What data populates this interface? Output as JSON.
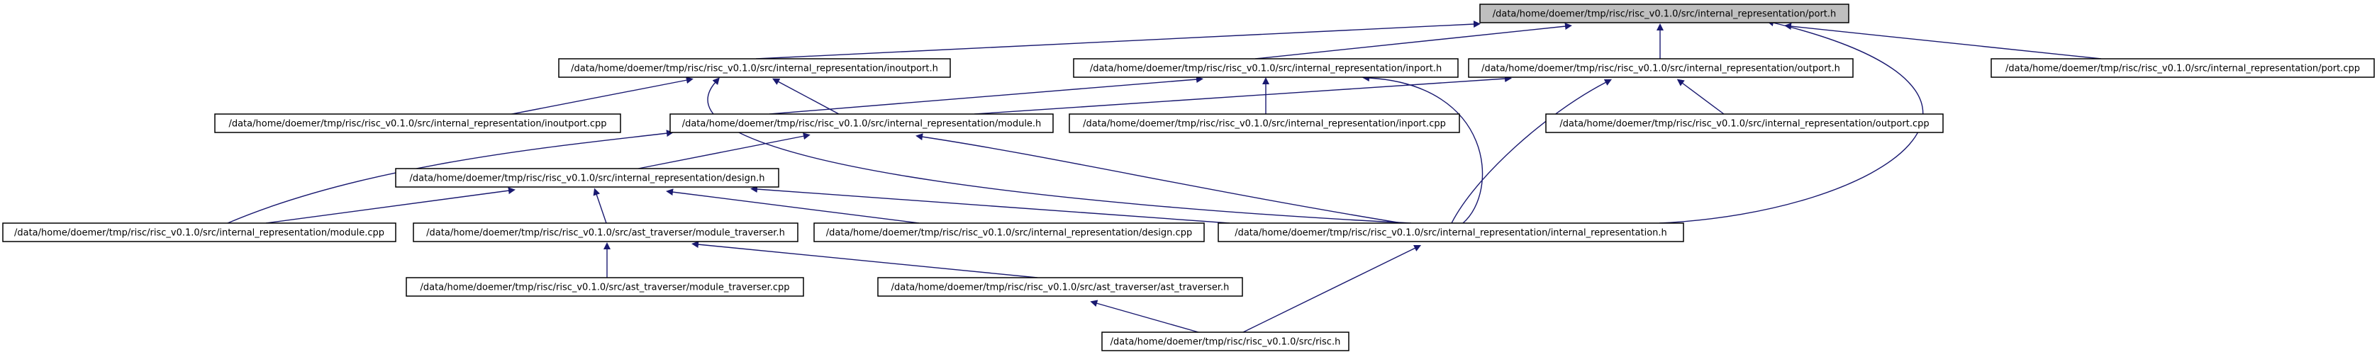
{
  "graph": {
    "edge_color": "#191970",
    "root_fill": "#bfbfbf",
    "node_fill": "#ffffff",
    "nodes": [
      {
        "id": "port_h",
        "label": "/data/home/doemer/tmp/risc/risc_v0.1.0/src/internal_representation/port.h",
        "root": true
      },
      {
        "id": "inoutport_h",
        "label": "/data/home/doemer/tmp/risc/risc_v0.1.0/src/internal_representation/inoutport.h"
      },
      {
        "id": "inport_h",
        "label": "/data/home/doemer/tmp/risc/risc_v0.1.0/src/internal_representation/inport.h"
      },
      {
        "id": "outport_h",
        "label": "/data/home/doemer/tmp/risc/risc_v0.1.0/src/internal_representation/outport.h"
      },
      {
        "id": "port_cpp",
        "label": "/data/home/doemer/tmp/risc/risc_v0.1.0/src/internal_representation/port.cpp"
      },
      {
        "id": "inoutport_cpp",
        "label": "/data/home/doemer/tmp/risc/risc_v0.1.0/src/internal_representation/inoutport.cpp"
      },
      {
        "id": "module_h",
        "label": "/data/home/doemer/tmp/risc/risc_v0.1.0/src/internal_representation/module.h"
      },
      {
        "id": "inport_cpp",
        "label": "/data/home/doemer/tmp/risc/risc_v0.1.0/src/internal_representation/inport.cpp"
      },
      {
        "id": "outport_cpp",
        "label": "/data/home/doemer/tmp/risc/risc_v0.1.0/src/internal_representation/outport.cpp"
      },
      {
        "id": "design_h",
        "label": "/data/home/doemer/tmp/risc/risc_v0.1.0/src/internal_representation/design.h"
      },
      {
        "id": "module_cpp",
        "label": "/data/home/doemer/tmp/risc/risc_v0.1.0/src/internal_representation/module.cpp"
      },
      {
        "id": "module_traverser_h",
        "label": "/data/home/doemer/tmp/risc/risc_v0.1.0/src/ast_traverser/module_traverser.h"
      },
      {
        "id": "design_cpp",
        "label": "/data/home/doemer/tmp/risc/risc_v0.1.0/src/internal_representation/design.cpp"
      },
      {
        "id": "internal_representation_h",
        "label": "/data/home/doemer/tmp/risc/risc_v0.1.0/src/internal_representation/internal_representation.h"
      },
      {
        "id": "module_traverser_cpp",
        "label": "/data/home/doemer/tmp/risc/risc_v0.1.0/src/ast_traverser/module_traverser.cpp"
      },
      {
        "id": "ast_traverser_h",
        "label": "/data/home/doemer/tmp/risc/risc_v0.1.0/src/ast_traverser/ast_traverser.h"
      },
      {
        "id": "risc_h",
        "label": "/data/home/doemer/tmp/risc/risc_v0.1.0/src/risc.h"
      }
    ],
    "edges": [
      {
        "from": "port_h",
        "to": "inoutport_h"
      },
      {
        "from": "port_h",
        "to": "inport_h"
      },
      {
        "from": "port_h",
        "to": "outport_h"
      },
      {
        "from": "port_h",
        "to": "port_cpp"
      },
      {
        "from": "port_h",
        "to": "internal_representation_h"
      },
      {
        "from": "inoutport_h",
        "to": "inoutport_cpp"
      },
      {
        "from": "inoutport_h",
        "to": "module_h"
      },
      {
        "from": "inoutport_h",
        "to": "internal_representation_h"
      },
      {
        "from": "inport_h",
        "to": "module_h"
      },
      {
        "from": "inport_h",
        "to": "inport_cpp"
      },
      {
        "from": "inport_h",
        "to": "internal_representation_h"
      },
      {
        "from": "outport_h",
        "to": "module_h"
      },
      {
        "from": "outport_h",
        "to": "outport_cpp"
      },
      {
        "from": "outport_h",
        "to": "internal_representation_h"
      },
      {
        "from": "module_h",
        "to": "module_cpp"
      },
      {
        "from": "module_h",
        "to": "design_h"
      },
      {
        "from": "module_h",
        "to": "internal_representation_h"
      },
      {
        "from": "design_h",
        "to": "module_cpp"
      },
      {
        "from": "design_h",
        "to": "module_traverser_h"
      },
      {
        "from": "design_h",
        "to": "design_cpp"
      },
      {
        "from": "design_h",
        "to": "internal_representation_h"
      },
      {
        "from": "module_traverser_h",
        "to": "module_traverser_cpp"
      },
      {
        "from": "module_traverser_h",
        "to": "ast_traverser_h"
      },
      {
        "from": "ast_traverser_h",
        "to": "risc_h"
      },
      {
        "from": "internal_representation_h",
        "to": "risc_h"
      }
    ]
  }
}
